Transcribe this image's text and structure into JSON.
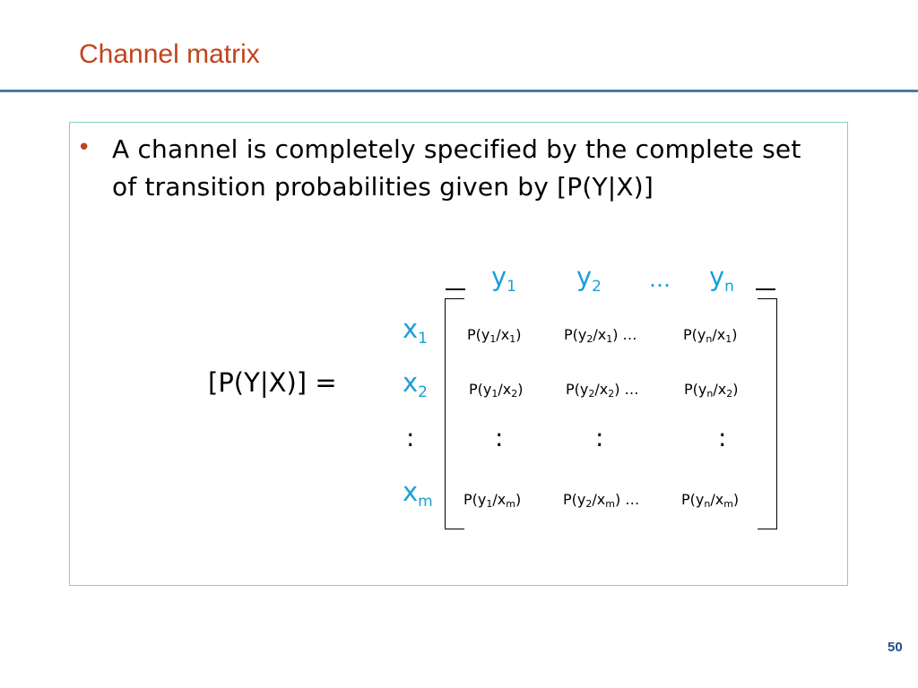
{
  "slide": {
    "title": "Channel matrix",
    "bullet": "A channel is completely specified by the complete set of transition probabilities given by [P(Y|X)]",
    "page_number": "50"
  },
  "matrix": {
    "lhs": "[P(Y|X)] =",
    "col_headers": [
      {
        "base": "y",
        "sub": "1"
      },
      {
        "base": "y",
        "sub": "2"
      },
      {
        "base": "…",
        "sub": ""
      },
      {
        "base": "y",
        "sub": "n"
      }
    ],
    "row_headers": [
      {
        "base": "x",
        "sub": "1"
      },
      {
        "base": "x",
        "sub": "2"
      },
      {
        "base": ":",
        "sub": ""
      },
      {
        "base": "x",
        "sub": "m"
      }
    ],
    "rows": [
      [
        "P(y1/x1)",
        "P(y2/x1) …",
        "P(yn/x1)"
      ],
      [
        "P(y1/x2)",
        "P(y2/x2) …",
        "P(yn/x2)"
      ],
      [
        ":",
        ":",
        ":"
      ],
      [
        "P(y1/xm)",
        "P(y2/xm) …",
        "P(yn/xm)"
      ]
    ]
  },
  "colors": {
    "title": "#c0441a",
    "rule": "#4a7aa8",
    "box_border": "#7fd3c7",
    "labels": "#1a9fd8",
    "page_number": "#1f4e8c"
  }
}
